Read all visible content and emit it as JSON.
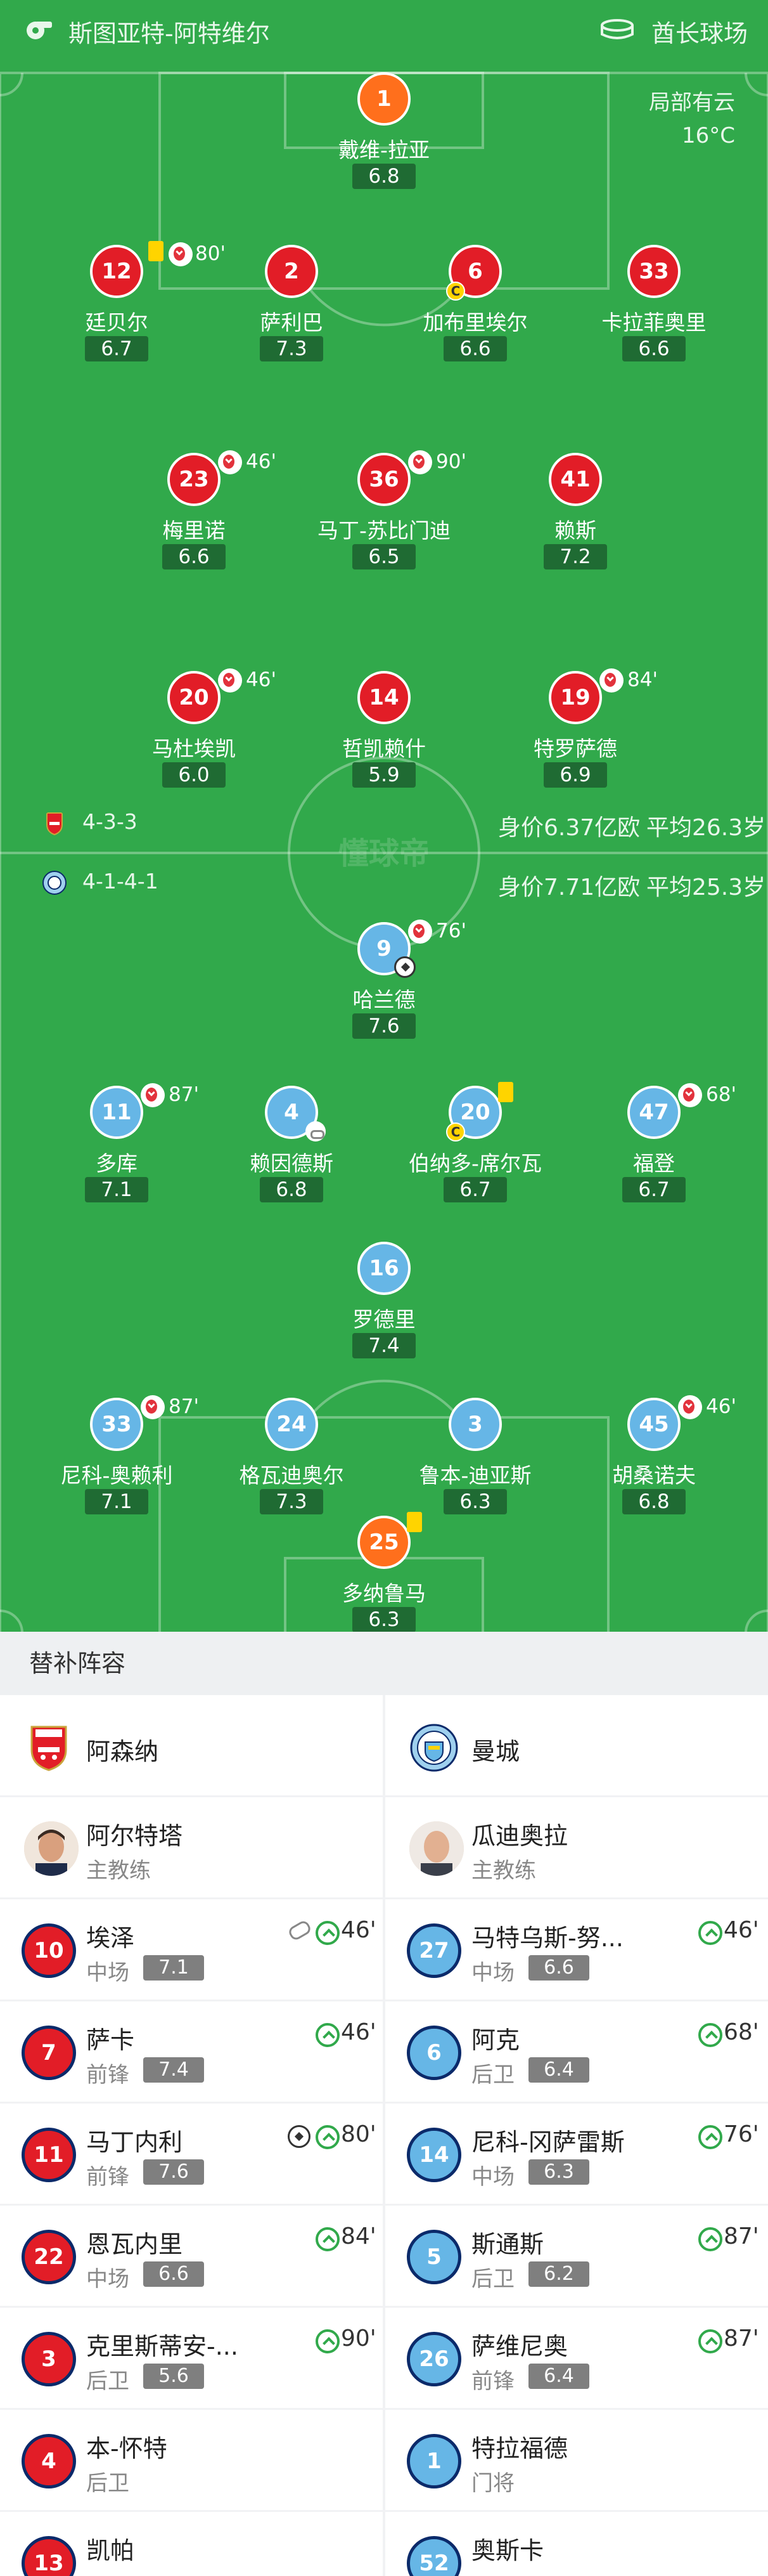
{
  "header": {
    "referee": "斯图亚特-阿特维尔",
    "stadium": "酋长球场"
  },
  "weather": {
    "condition": "局部有云",
    "temperature": "16°C"
  },
  "arsenal": {
    "formation": "4-3-3",
    "value": "身价6.37亿欧",
    "avg_age": "平均26.3岁",
    "players": [
      {
        "number": "1",
        "name": "戴维-拉亚",
        "rating": "6.8"
      },
      {
        "number": "12",
        "name": "廷贝尔",
        "rating": "6.7",
        "sub_time": "80'",
        "yellow": true
      },
      {
        "number": "2",
        "name": "萨利巴",
        "rating": "7.3"
      },
      {
        "number": "6",
        "name": "加布里埃尔",
        "rating": "6.6",
        "captain": true
      },
      {
        "number": "33",
        "name": "卡拉菲奥里",
        "rating": "6.6"
      },
      {
        "number": "23",
        "name": "梅里诺",
        "rating": "6.6",
        "sub_time": "46'"
      },
      {
        "number": "36",
        "name": "马丁-苏比门迪",
        "rating": "6.5",
        "sub_time": "90'"
      },
      {
        "number": "41",
        "name": "赖斯",
        "rating": "7.2"
      },
      {
        "number": "20",
        "name": "马杜埃凯",
        "rating": "6.0",
        "sub_time": "46'"
      },
      {
        "number": "14",
        "name": "哲凯赖什",
        "rating": "5.9"
      },
      {
        "number": "19",
        "name": "特罗萨德",
        "rating": "6.9",
        "sub_time": "84'"
      }
    ]
  },
  "mancity": {
    "formation": "4-1-4-1",
    "value": "身价7.71亿欧",
    "avg_age": "平均25.3岁",
    "players": [
      {
        "number": "9",
        "name": "哈兰德",
        "rating": "7.6",
        "sub_time": "76'",
        "goal": true
      },
      {
        "number": "11",
        "name": "多库",
        "rating": "7.1",
        "sub_time": "87'"
      },
      {
        "number": "4",
        "name": "赖因德斯",
        "rating": "6.8",
        "assist": true
      },
      {
        "number": "20",
        "name": "伯纳多-席尔瓦",
        "rating": "6.7",
        "captain": true,
        "yellow": true
      },
      {
        "number": "47",
        "name": "福登",
        "rating": "6.7",
        "sub_time": "68'"
      },
      {
        "number": "16",
        "name": "罗德里",
        "rating": "7.4"
      },
      {
        "number": "33",
        "name": "尼科-奥赖利",
        "rating": "7.1",
        "sub_time": "87'"
      },
      {
        "number": "24",
        "name": "格瓦迪奥尔",
        "rating": "7.3"
      },
      {
        "number": "3",
        "name": "鲁本-迪亚斯",
        "rating": "6.3"
      },
      {
        "number": "45",
        "name": "胡桑诺夫",
        "rating": "6.8",
        "sub_time": "46'"
      },
      {
        "number": "25",
        "name": "多纳鲁马",
        "rating": "6.3",
        "yellow": true
      }
    ]
  },
  "subs": {
    "title": "替补阵容",
    "left_team": "阿森纳",
    "right_team": "曼城",
    "left_coach": {
      "name": "阿尔特塔",
      "role": "主教练"
    },
    "right_coach": {
      "name": "瓜迪奥拉",
      "role": "主教练"
    },
    "left": [
      {
        "number": "10",
        "name": "埃泽",
        "pos": "中场",
        "rating": "7.1",
        "in_time": "46'",
        "assist": true
      },
      {
        "number": "7",
        "name": "萨卡",
        "pos": "前锋",
        "rating": "7.4",
        "in_time": "46'"
      },
      {
        "number": "11",
        "name": "马丁内利",
        "pos": "前锋",
        "rating": "7.6",
        "in_time": "80'",
        "goal": true
      },
      {
        "number": "22",
        "name": "恩瓦内里",
        "pos": "中场",
        "rating": "6.6",
        "in_time": "84'"
      },
      {
        "number": "3",
        "name": "克里斯蒂安-...",
        "pos": "后卫",
        "rating": "5.6",
        "in_time": "90'"
      },
      {
        "number": "4",
        "name": "本-怀特",
        "pos": "后卫"
      },
      {
        "number": "13",
        "name": "凯帕",
        "pos": ""
      }
    ],
    "right": [
      {
        "number": "27",
        "name": "马特乌斯-努...",
        "pos": "中场",
        "rating": "6.6",
        "in_time": "46'"
      },
      {
        "number": "6",
        "name": "阿克",
        "pos": "后卫",
        "rating": "6.4",
        "in_time": "68'"
      },
      {
        "number": "14",
        "name": "尼科-冈萨雷斯",
        "pos": "中场",
        "rating": "6.3",
        "in_time": "76'"
      },
      {
        "number": "5",
        "name": "斯通斯",
        "pos": "后卫",
        "rating": "6.2",
        "in_time": "87'"
      },
      {
        "number": "26",
        "name": "萨维尼奥",
        "pos": "前锋",
        "rating": "6.4",
        "in_time": "87'"
      },
      {
        "number": "1",
        "name": "特拉福德",
        "pos": "门将"
      },
      {
        "number": "52",
        "name": "奥斯卡",
        "pos": ""
      }
    ]
  },
  "colors": {
    "pitch": "#31a94b",
    "arsenal": "#e21d27",
    "city": "#66b6e6",
    "goalkeeper": "#ff6f1c",
    "rating_bg": "#1f6b33"
  }
}
